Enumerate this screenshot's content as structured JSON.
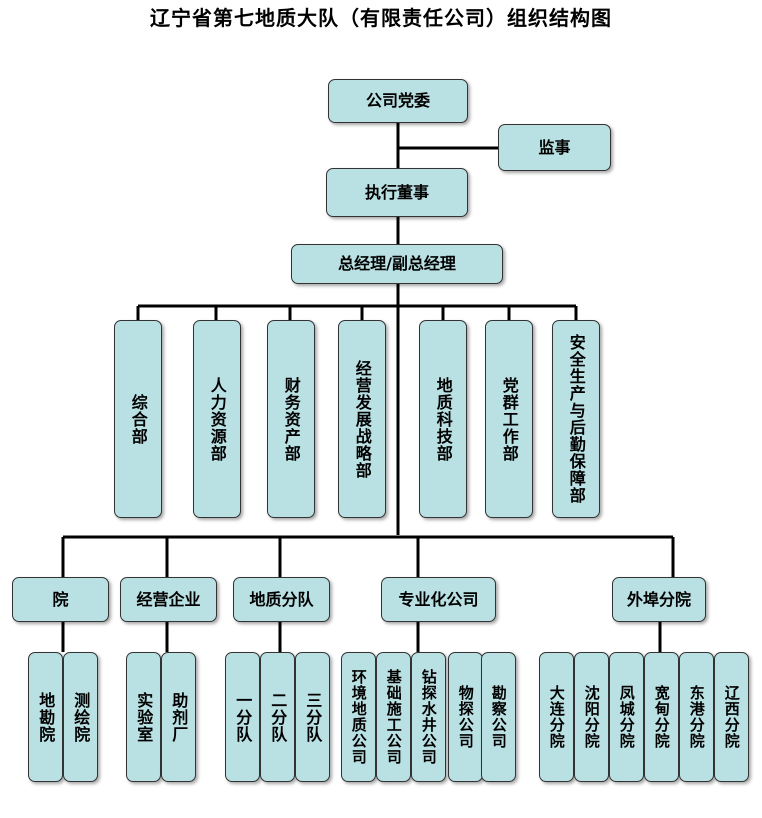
{
  "title": "辽宁省第七地质大队（有限责任公司）组织结构图",
  "top": {
    "party": "公司党委",
    "supervisor": "监事",
    "executive": "执行董事",
    "manager": "总经理/副总经理"
  },
  "departments": [
    "综合部",
    "人力资源部",
    "财务资产部",
    "经营发展战略部",
    "地质科技部",
    "党群工作部",
    "安全生产与后勤保障部"
  ],
  "groups": [
    {
      "name": "院",
      "children": [
        "地勘院",
        "测绘院"
      ]
    },
    {
      "name": "经营企业",
      "children": [
        "实验室",
        "助剂厂"
      ]
    },
    {
      "name": "地质分队",
      "children": [
        "一分队",
        "二分队",
        "三分队"
      ]
    },
    {
      "name": "专业化公司",
      "children": [
        "环境地质公司",
        "基础施工公司",
        "钻探水井公司",
        "物探公司",
        "勘察公司"
      ]
    },
    {
      "name": "外埠分院",
      "children": [
        "大连分院",
        "沈阳分院",
        "凤城分院",
        "宽甸分院",
        "东港分院",
        "辽西分院"
      ]
    }
  ]
}
